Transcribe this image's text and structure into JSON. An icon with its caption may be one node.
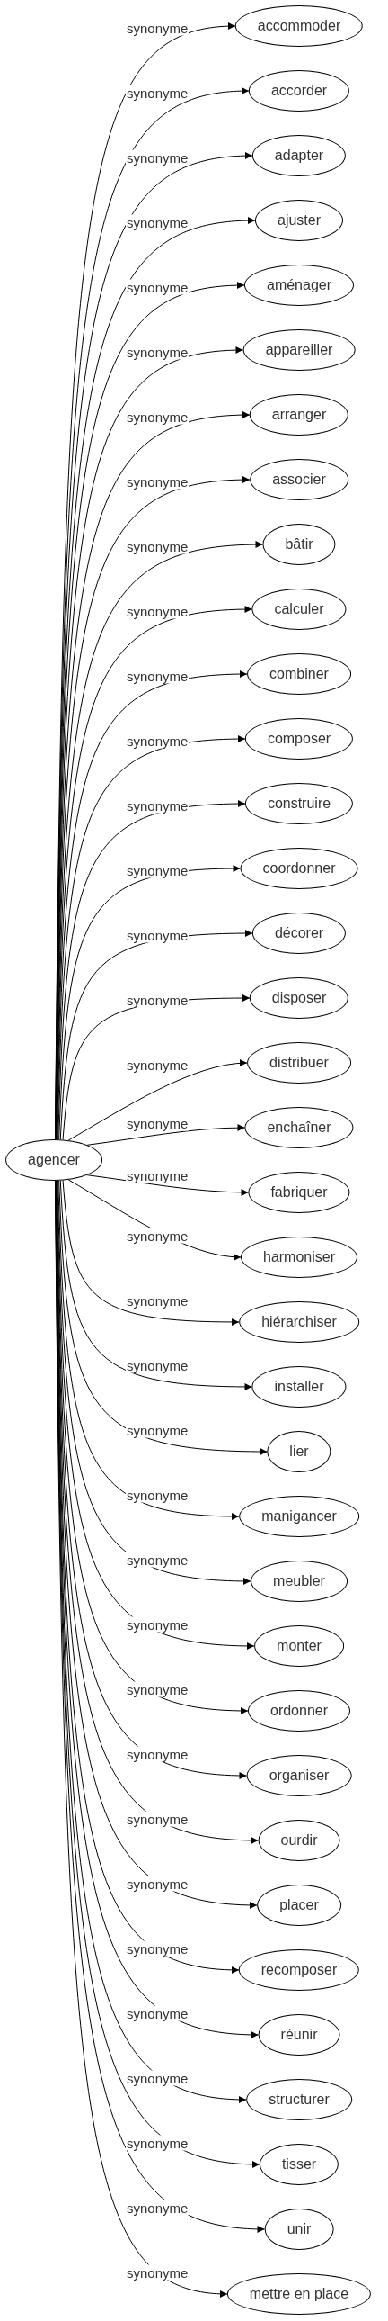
{
  "diagram": {
    "nodes": [
      {
        "text": [
          "agencer"
        ]
      },
      {
        "text": [
          "accommoder"
        ]
      },
      {
        "text": [
          "accorder"
        ]
      },
      {
        "text": [
          "adapter"
        ]
      },
      {
        "text": [
          "ajuster"
        ]
      },
      {
        "text": [
          "aménager"
        ]
      },
      {
        "text": [
          "appareiller"
        ]
      },
      {
        "text": [
          "arranger"
        ]
      },
      {
        "text": [
          "associer"
        ]
      },
      {
        "text": [
          "bâtir"
        ]
      },
      {
        "text": [
          "calculer"
        ]
      },
      {
        "text": [
          "combiner"
        ]
      },
      {
        "text": [
          "composer"
        ]
      },
      {
        "text": [
          "construire"
        ]
      },
      {
        "text": [
          "coordonner"
        ]
      },
      {
        "text": [
          "décorer"
        ]
      },
      {
        "text": [
          "disposer"
        ]
      },
      {
        "text": [
          "distribuer"
        ]
      },
      {
        "text": [
          "enchaîner"
        ]
      },
      {
        "text": [
          "fabriquer"
        ]
      },
      {
        "text": [
          "harmoniser"
        ]
      },
      {
        "text": [
          "hiérarchiser"
        ]
      },
      {
        "text": [
          "installer"
        ]
      },
      {
        "text": [
          "lier"
        ]
      },
      {
        "text": [
          "manigancer"
        ]
      },
      {
        "text": [
          "meubler"
        ]
      },
      {
        "text": [
          "monter"
        ]
      },
      {
        "text": [
          "ordonner"
        ]
      },
      {
        "text": [
          "organiser"
        ]
      },
      {
        "text": [
          "ourdir"
        ]
      },
      {
        "text": [
          "placer"
        ]
      },
      {
        "text": [
          "recomposer"
        ]
      },
      {
        "text": [
          "réunir"
        ]
      },
      {
        "text": [
          "structurer"
        ]
      },
      {
        "text": [
          "tisser"
        ]
      },
      {
        "text": [
          "unir"
        ]
      },
      {
        "text": [
          "mettre en place"
        ]
      }
    ],
    "edges": [
      {
        "from": 0,
        "to": 1,
        "arrow": "to",
        "label": "synonyme"
      },
      {
        "from": 0,
        "to": 2,
        "arrow": "to",
        "label": "synonyme"
      },
      {
        "from": 0,
        "to": 3,
        "arrow": "to",
        "label": "synonyme"
      },
      {
        "from": 0,
        "to": 4,
        "arrow": "to",
        "label": "synonyme"
      },
      {
        "from": 0,
        "to": 5,
        "arrow": "to",
        "label": "synonyme"
      },
      {
        "from": 0,
        "to": 6,
        "arrow": "to",
        "label": "synonyme"
      },
      {
        "from": 0,
        "to": 7,
        "arrow": "to",
        "label": "synonyme"
      },
      {
        "from": 0,
        "to": 8,
        "arrow": "to",
        "label": "synonyme"
      },
      {
        "from": 0,
        "to": 9,
        "arrow": "to",
        "label": "synonyme"
      },
      {
        "from": 0,
        "to": 10,
        "arrow": "to",
        "label": "synonyme"
      },
      {
        "from": 0,
        "to": 11,
        "arrow": "to",
        "label": "synonyme"
      },
      {
        "from": 0,
        "to": 12,
        "arrow": "to",
        "label": "synonyme"
      },
      {
        "from": 0,
        "to": 13,
        "arrow": "to",
        "label": "synonyme"
      },
      {
        "from": 0,
        "to": 14,
        "arrow": "to",
        "label": "synonyme"
      },
      {
        "from": 0,
        "to": 15,
        "arrow": "to",
        "label": "synonyme"
      },
      {
        "from": 0,
        "to": 16,
        "arrow": "to",
        "label": "synonyme"
      },
      {
        "from": 0,
        "to": 17,
        "arrow": "to",
        "label": "synonyme"
      },
      {
        "from": 0,
        "to": 18,
        "arrow": "to",
        "label": "synonyme"
      },
      {
        "from": 0,
        "to": 19,
        "arrow": "to",
        "label": "synonyme"
      },
      {
        "from": 0,
        "to": 20,
        "arrow": "to",
        "label": "synonyme"
      },
      {
        "from": 0,
        "to": 21,
        "arrow": "to",
        "label": "synonyme"
      },
      {
        "from": 0,
        "to": 22,
        "arrow": "to",
        "label": "synonyme"
      },
      {
        "from": 0,
        "to": 23,
        "arrow": "to",
        "label": "synonyme"
      },
      {
        "from": 0,
        "to": 24,
        "arrow": "to",
        "label": "synonyme"
      },
      {
        "from": 0,
        "to": 25,
        "arrow": "to",
        "label": "synonyme"
      },
      {
        "from": 0,
        "to": 26,
        "arrow": "to",
        "label": "synonyme"
      },
      {
        "from": 0,
        "to": 27,
        "arrow": "to",
        "label": "synonyme"
      },
      {
        "from": 0,
        "to": 28,
        "arrow": "to",
        "label": "synonyme"
      },
      {
        "from": 0,
        "to": 29,
        "arrow": "to",
        "label": "synonyme"
      },
      {
        "from": 0,
        "to": 30,
        "arrow": "to",
        "label": "synonyme"
      },
      {
        "from": 0,
        "to": 31,
        "arrow": "to",
        "label": "synonyme"
      },
      {
        "from": 0,
        "to": 32,
        "arrow": "to",
        "label": "synonyme"
      },
      {
        "from": 0,
        "to": 33,
        "arrow": "to",
        "label": "synonyme"
      },
      {
        "from": 0,
        "to": 34,
        "arrow": "to",
        "label": "synonyme"
      },
      {
        "from": 0,
        "to": 35,
        "arrow": "to",
        "label": "synonyme"
      },
      {
        "from": 0,
        "to": 36,
        "arrow": "to",
        "label": "synonyme"
      }
    ]
  }
}
